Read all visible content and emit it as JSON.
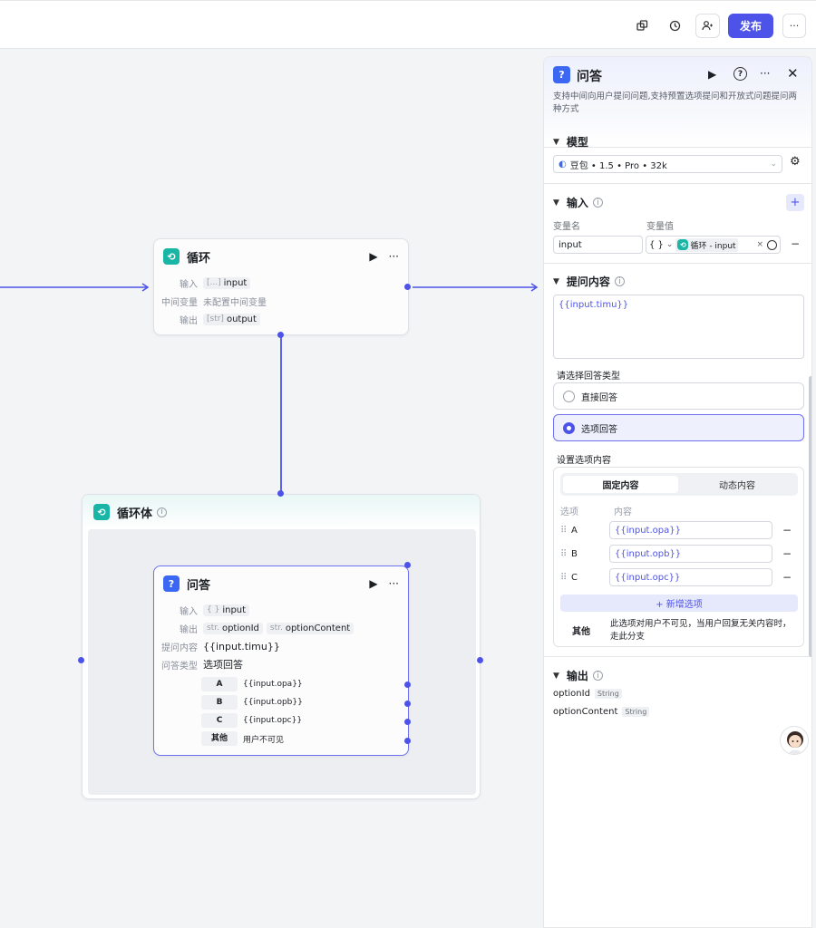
{
  "topbar": {
    "publish_label": "发布",
    "more_label": "···"
  },
  "loop_node": {
    "title": "循环",
    "input_label": "输入",
    "input_type": "[...]",
    "input_value": "input",
    "mid_label": "中间变量",
    "mid_value": "未配置中间变量",
    "output_label": "输出",
    "output_type": "[str]",
    "output_value": "output"
  },
  "loop_body": {
    "title": "循环体"
  },
  "qa_node": {
    "title": "问答",
    "input_label": "输入",
    "input_type": "{ }",
    "input_value": "input",
    "output_label": "输出",
    "output_tags": [
      {
        "type": "str.",
        "name": "optionId"
      },
      {
        "type": "str.",
        "name": "optionContent"
      }
    ],
    "question_label": "提问内容",
    "question_value": "{{input.timu}}",
    "answer_type_label": "问答类型",
    "answer_type_value": "选项回答",
    "options": [
      {
        "key": "A",
        "value": "{{input.opa}}"
      },
      {
        "key": "B",
        "value": "{{input.opb}}"
      },
      {
        "key": "C",
        "value": "{{input.opc}}"
      },
      {
        "key": "其他",
        "value": "用户不可见"
      }
    ]
  },
  "panel": {
    "title": "问答",
    "description": "支持中间向用户提问问题,支持预置选项提问和开放式问题提问两种方式",
    "model_section": "模型",
    "model_value": "豆包 • 1.5 • Pro • 32k",
    "input_section": "输入",
    "var_name_header": "变量名",
    "var_value_header": "变量值",
    "var_name": "input",
    "var_type": "{ }",
    "var_ref": "循环 - input",
    "question_section": "提问内容",
    "question_text": "{{input.timu}}",
    "answer_type_label": "请选择回答类型",
    "answer_direct": "直接回答",
    "answer_option": "选项回答",
    "options_label": "设置选项内容",
    "tab_fixed": "固定内容",
    "tab_dynamic": "动态内容",
    "col_option": "选项",
    "col_content": "内容",
    "options": [
      {
        "key": "A",
        "value": "{{input.opa}}"
      },
      {
        "key": "B",
        "value": "{{input.opb}}"
      },
      {
        "key": "C",
        "value": "{{input.opc}}"
      }
    ],
    "add_option": "+ 新增选项",
    "other_key": "其他",
    "other_desc": "此选项对用户不可见，当用户回复无关内容时，走此分支",
    "output_section": "输出",
    "outputs": [
      {
        "name": "optionId",
        "type": "String"
      },
      {
        "name": "optionContent",
        "type": "String"
      }
    ]
  },
  "colors": {
    "accent": "#4d53e8",
    "teal": "#19b5a5",
    "blue": "#3c67f2"
  }
}
